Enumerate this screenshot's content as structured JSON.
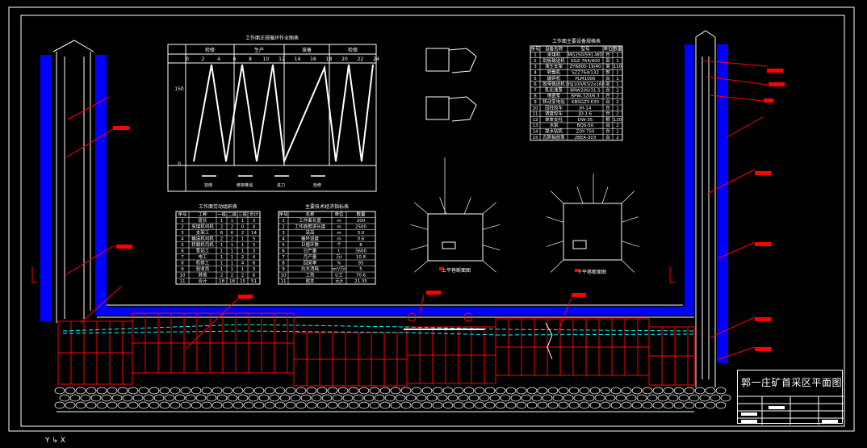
{
  "drawing": {
    "title": "郭一庄矿首采区平面图"
  },
  "schedule_chart": {
    "title": "工作面正规循环作业图表",
    "y_ticks": [
      "0",
      "150"
    ],
    "columns": [
      "检修",
      "生产",
      "准备",
      "检修"
    ],
    "hours": [
      "0",
      "2",
      "4",
      "6",
      "8",
      "10",
      "12",
      "14",
      "16",
      "18",
      "20",
      "22",
      "24"
    ],
    "legend": [
      "割煤",
      "移架推溜",
      "进刀",
      "检修"
    ]
  },
  "equipment_table": {
    "title": "工作面主要设备规格表",
    "headers": [
      "序号",
      "设备名称",
      "型号",
      "单位",
      "数量"
    ],
    "rows": [
      [
        "1",
        "采煤机",
        "MG250/591-WD",
        "台",
        "1"
      ],
      [
        "2",
        "刮板输送机",
        "SGZ-764/400",
        "部",
        "1"
      ],
      [
        "3",
        "液压支架",
        "ZY6800-19/40",
        "架",
        "110"
      ],
      [
        "4",
        "转载机",
        "SZZ764/132",
        "部",
        "1"
      ],
      [
        "5",
        "破碎机",
        "PLM1000",
        "台",
        "1"
      ],
      [
        "6",
        "胶带输送机",
        "DSJ100/63/2x160",
        "部",
        "1"
      ],
      [
        "7",
        "乳化液泵",
        "BRW200/31.5",
        "台",
        "2"
      ],
      [
        "8",
        "喷雾泵",
        "BPW-320/6.3",
        "台",
        "2"
      ],
      [
        "9",
        "移动变电站",
        "KBSGZY-630",
        "台",
        "2"
      ],
      [
        "10",
        "回柱绞车",
        "JH-14",
        "台",
        "1"
      ],
      [
        "11",
        "调度绞车",
        "JD-1.6",
        "台",
        "2"
      ],
      [
        "12",
        "单体支柱",
        "DW-35",
        "根",
        "120"
      ],
      [
        "13",
        "水泵",
        "BQS-50",
        "台",
        "2"
      ],
      [
        "14",
        "探水钻机",
        "ZDY-750",
        "台",
        "1"
      ],
      [
        "15",
        "瓦斯抽放泵",
        "2BEA-303",
        "台",
        "2"
      ]
    ]
  },
  "labor_table": {
    "title": "工作面劳动组织表",
    "headers": [
      "序号",
      "工种",
      "一班",
      "二班",
      "三班",
      "合计"
    ],
    "rows": [
      [
        "1",
        "班长",
        "1",
        "1",
        "1",
        "3"
      ],
      [
        "2",
        "采煤机司机",
        "2",
        "2",
        "0",
        "4"
      ],
      [
        "3",
        "支架工",
        "6",
        "6",
        "2",
        "14"
      ],
      [
        "4",
        "输送机司机",
        "2",
        "2",
        "1",
        "5"
      ],
      [
        "5",
        "转载机司机",
        "1",
        "1",
        "1",
        "3"
      ],
      [
        "6",
        "泵站工",
        "1",
        "1",
        "1",
        "3"
      ],
      [
        "7",
        "电工",
        "1",
        "1",
        "2",
        "4"
      ],
      [
        "8",
        "机修工",
        "1",
        "1",
        "4",
        "6"
      ],
      [
        "9",
        "验收员",
        "1",
        "1",
        "1",
        "3"
      ],
      [
        "10",
        "其他",
        "2",
        "2",
        "2",
        "6"
      ],
      [
        "11",
        "合计",
        "18",
        "18",
        "15",
        "51"
      ]
    ]
  },
  "tech_table": {
    "title": "主要技术经济指标表",
    "headers": [
      "序号",
      "名称",
      "单位",
      "数量"
    ],
    "rows": [
      [
        "1",
        "工作面长度",
        "m",
        "200"
      ],
      [
        "2",
        "工作面推进长度",
        "m",
        "2500"
      ],
      [
        "3",
        "采高",
        "m",
        "3.0"
      ],
      [
        "4",
        "循环进度",
        "m",
        "0.6"
      ],
      [
        "5",
        "日循环数",
        "个",
        "8"
      ],
      [
        "6",
        "日产量",
        "t",
        "3600"
      ],
      [
        "7",
        "月产量",
        "万t",
        "10.8"
      ],
      [
        "8",
        "回采率",
        "%",
        "95"
      ],
      [
        "9",
        "坑木消耗",
        "m³/万t",
        "5"
      ],
      [
        "10",
        "工效",
        "t/工",
        "70.6"
      ],
      [
        "11",
        "成本",
        "元/t",
        "21.35"
      ]
    ]
  },
  "section_labels": {
    "left": "上平巷断面图",
    "right": "下平巷断面图"
  },
  "colors": {
    "line_white": "#ffffff",
    "line_red": "#ff0000",
    "roadway_blue": "#0000ff",
    "water_cyan": "#00ffff",
    "tag_red": "#ff0000"
  }
}
